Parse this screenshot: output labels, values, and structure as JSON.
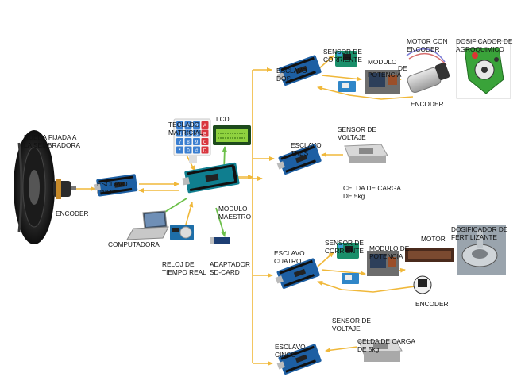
{
  "labels": {
    "wheel": [
      "RUEDA FIJADA A",
      "LA SEMBRADORA"
    ],
    "encoder_wheel": "ENCODER",
    "esclavo_uno": [
      "ESCLAVO",
      "UNO"
    ],
    "teclado": [
      "TECLADO",
      "MATRICIAL"
    ],
    "lcd": "LCD",
    "computadora": "COMPUTADORA",
    "reloj": [
      "RELOJ DE",
      "TIEMPO REAL"
    ],
    "adaptador": [
      "ADAPTADOR",
      "SD-CARD"
    ],
    "modulo_maestro": [
      "MODULO",
      "MAESTRO"
    ],
    "esclavo_dos": [
      "ESCLAVO",
      "DOS"
    ],
    "sensor_corriente_1": [
      "SENSOR DE",
      "CORRIENTE"
    ],
    "modulo_potencia_1": [
      "MODULO",
      "DE",
      "POTENCIA"
    ],
    "motor_encoder": [
      "MOTOR CON",
      "ENCODER"
    ],
    "dosificador_agro": [
      "DOSIFICADOR DE",
      "AGROQUIMICO"
    ],
    "encoder_2": "ENCODER",
    "sensor_voltaje_1": [
      "SENSOR DE",
      "VOLTAJE"
    ],
    "esclavo_tres": [
      "ESCLAVO",
      "TRES"
    ],
    "celda_1": [
      "CELDA DE CARGA",
      "DE 5kg"
    ],
    "esclavo_cuatro": [
      "ESCLAVO",
      "CUATRO"
    ],
    "sensor_corriente_2": [
      "SENSOR DE",
      "CORRIENTE"
    ],
    "modulo_potencia_2": [
      "MODULO DE",
      "POTENCIA"
    ],
    "motor": "MOTOR",
    "dosificador_fert": [
      "DOSIFICADOR DE",
      "FERTILIZANTE"
    ],
    "sensor_voltaje_2": [
      "SENSOR DE",
      "VOLTAJE"
    ],
    "encoder_4": "ENCODER",
    "esclavo_cinco": [
      "ESCLAVO",
      "CINCO"
    ],
    "celda_2": [
      "CELDA DE CARGA",
      "DE 5kg"
    ]
  },
  "keypad_keys": [
    "1",
    "2",
    "3",
    "A",
    "4",
    "5",
    "6",
    "B",
    "7",
    "8",
    "9",
    "C",
    "*",
    "0",
    "#",
    "D"
  ],
  "colors": {
    "bus": "#f0b83a",
    "green_arrow": "#6cc04a",
    "board_blue": "#1d5fa3",
    "board_teal": "#0f7e8f",
    "keypad_red": "#d9363e",
    "lcd_green": "#8fd13f",
    "motor_green": "#3aa33a"
  }
}
